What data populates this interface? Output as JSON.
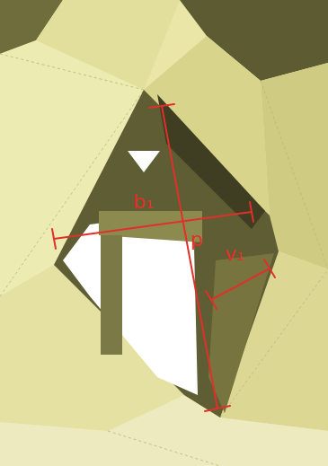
{
  "diagram": {
    "labels": [
      "b₁",
      "p",
      "v₁"
    ]
  }
}
